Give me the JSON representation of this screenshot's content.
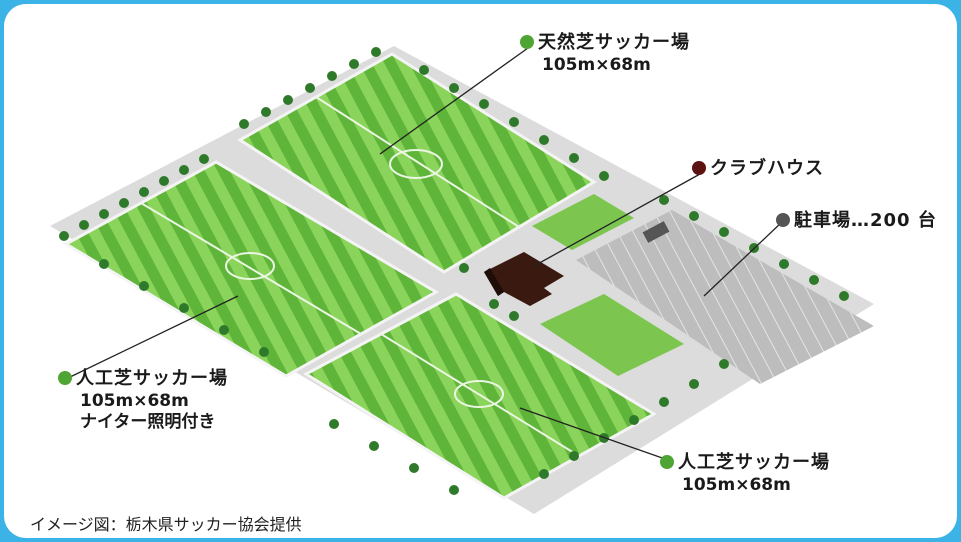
{
  "labels": {
    "natural_field": {
      "title": "天然芝サッカー場",
      "size": "105m×68m"
    },
    "clubhouse": {
      "title": "クラブハウス"
    },
    "parking": {
      "title": "駐車場…200 台"
    },
    "artificial_field_left": {
      "title": "人工芝サッカー場",
      "size": "105m×68m",
      "note": "ナイター照明付き"
    },
    "artificial_field_right": {
      "title": "人工芝サッカー場",
      "size": "105m×68m"
    }
  },
  "caption": "イメージ図：栃木県サッカー協会提供",
  "colors": {
    "frame_border": "#3bb3e6",
    "field_dot": "#4ea534",
    "clubhouse_dot": "#5a1212",
    "parking_dot": "#555555",
    "turf_light": "#8bd45b",
    "turf_dark": "#5fb43a",
    "parking_lot": "#b9b9b9"
  }
}
